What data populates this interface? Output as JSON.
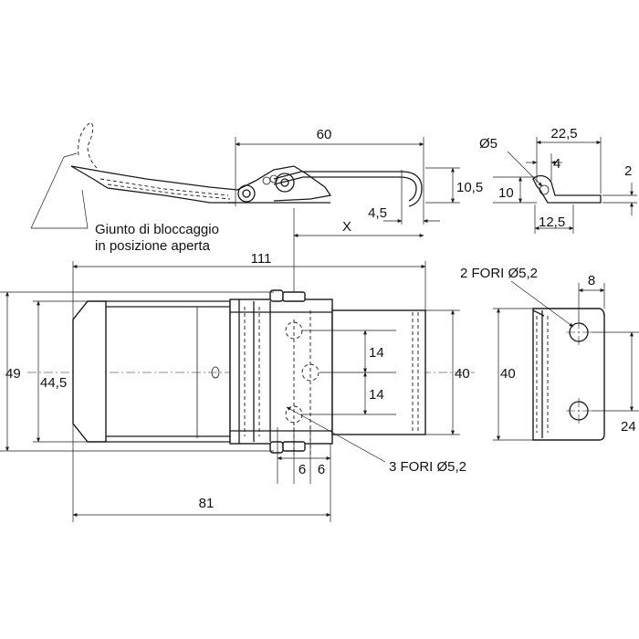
{
  "labels": {
    "dim_60": "60",
    "dim_10_5": "10,5",
    "dim_4_5": "4,5",
    "dim_X": "X",
    "dim_111": "111",
    "dim_49": "49",
    "dim_44_5": "44,5",
    "dim_40_main": "40",
    "dim_14_top": "14",
    "dim_14_bottom": "14",
    "dim_6_left": "6",
    "dim_6_right": "6",
    "dim_81": "81",
    "dim_diam5": "Ø5",
    "dim_22_5": "22,5",
    "dim_4": "4",
    "dim_2": "2",
    "dim_10": "10",
    "dim_12_5": "12,5",
    "dim_8": "8",
    "dim_40_plate": "40",
    "dim_24": "24",
    "note_open_line1": "Giunto di bloccaggio",
    "note_open_line2": "in posizione aperta",
    "note_3_holes": "3 FORI Ø5,2",
    "note_2_holes": "2 FORI Ø5,2"
  }
}
